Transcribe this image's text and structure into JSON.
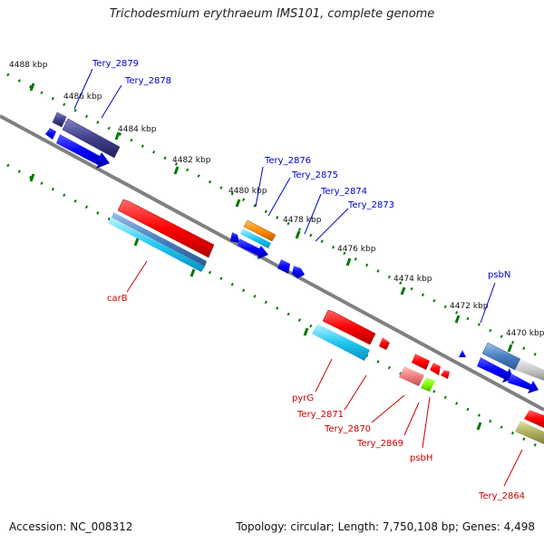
{
  "title": "Trichodesmium erythraeum IMS101, complete genome",
  "footer": {
    "accession": "Accession: NC_008312",
    "topology": "Topology: circular; Length: 7,750,108 bp; Genes: 4,498"
  },
  "ticks": [
    "4488 kbp",
    "4486 kbp",
    "4484 kbp",
    "4482 kbp",
    "4480 kbp",
    "4478 kbp",
    "4476 kbp",
    "4474 kbp",
    "4472 kbp",
    "4470 kbp"
  ],
  "genes_top": [
    "Tery_2879",
    "Tery_2878",
    "Tery_2876",
    "Tery_2875",
    "Tery_2874",
    "Tery_2873",
    "psbN"
  ],
  "genes_bottom": [
    "carB",
    "pyrG",
    "Tery_2871",
    "Tery_2870",
    "Tery_2869",
    "psbH",
    "Tery_2864"
  ],
  "colors": {
    "top_label": "#0000cc",
    "bottom_label": "#cc0000",
    "backbone": "#808080",
    "tick": "#007700"
  }
}
